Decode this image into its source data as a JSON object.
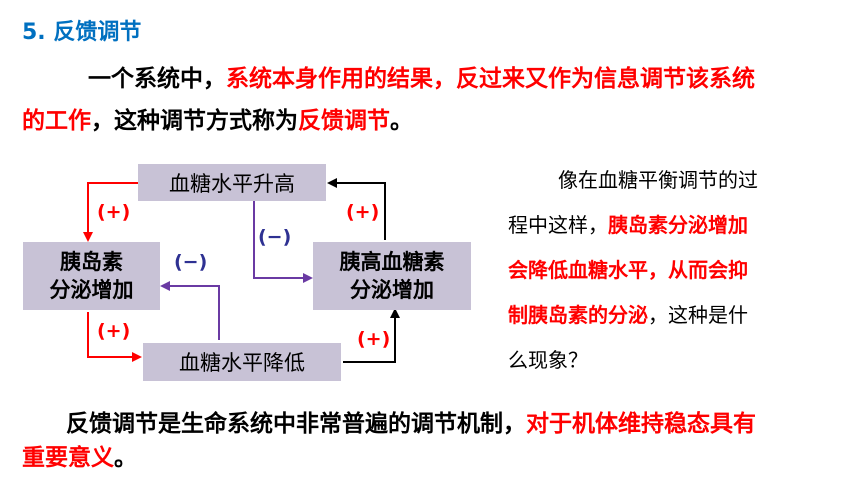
{
  "heading": "5. 反馈调节",
  "intro": {
    "line1_black": "一个系统中，",
    "line1_red": "系统本身作用的结果，反过来又作为信息调节该系统",
    "line2_red1": "的工作",
    "line2_black": "，这种调节方式称为",
    "line2_red2": "反馈调节",
    "line2_end": "。"
  },
  "diagram": {
    "box_top": "血糖水平升高",
    "box_bottom": "血糖水平降低",
    "box_left_l1": "胰岛素",
    "box_left_l2": "分泌增加",
    "box_right_l1": "胰高血糖素",
    "box_right_l2": "分泌增加",
    "sign_top_left": "(+)",
    "sign_top_right": "(+)",
    "sign_mid_left": "(−)",
    "sign_mid_right": "(−)",
    "sign_bottom_left": "(+)",
    "sign_bottom_right": "(+)",
    "colors": {
      "red": "#FF0000",
      "blue": "#2E3192",
      "purple": "#6A3AA3",
      "black": "#000000",
      "box": "#C8C2D6"
    }
  },
  "side": {
    "l1": "像在血糖平衡调节的过",
    "l2_black": "程中这样，",
    "l2_red": "胰岛素分泌增加",
    "l3_red": "会降低血糖水平，从而会抑",
    "l4_red": "制胰岛素的分泌",
    "l4_black": "，这种是什",
    "l5": "么现象？"
  },
  "conclusion": {
    "l1_black": "反馈调节是生命系统中非常普遍的调节机制，",
    "l1_red": "对于机体维持稳态具有",
    "l2_red": "重要意义",
    "l2_end": "。"
  }
}
